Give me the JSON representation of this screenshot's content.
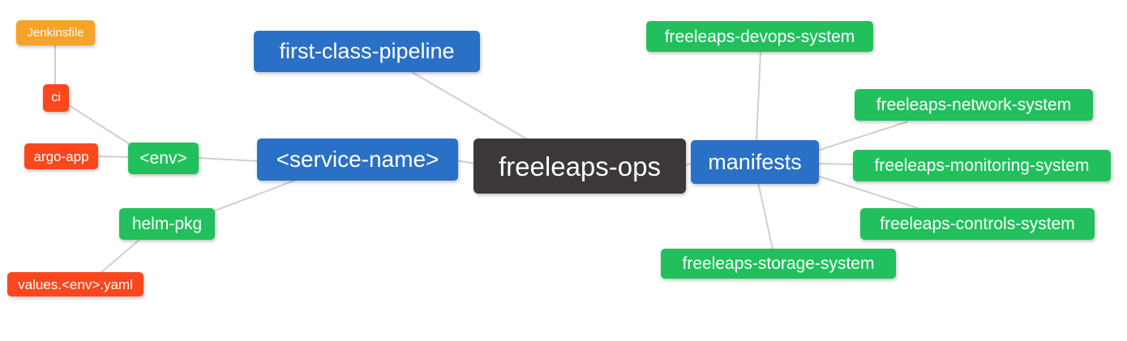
{
  "palette": {
    "blue": "#2A70C6",
    "green": "#21C05C",
    "red": "#FA471D",
    "orange": "#F7A228",
    "dark": "#3B3837",
    "edge_color": "#CFCFCF",
    "text_color": "#FFFFFF",
    "canvas_bg": "#FFFFFF"
  },
  "diagram_type": "mindmap",
  "root_label": "freeleaps-ops",
  "nodes": [
    {
      "id": "jenkinsfile",
      "label": "Jenkinsfile",
      "color": "orange",
      "parent": "ci"
    },
    {
      "id": "ci",
      "label": "ci",
      "color": "red",
      "parent": "env"
    },
    {
      "id": "argo-app",
      "label": "argo-app",
      "color": "red",
      "parent": "env"
    },
    {
      "id": "env",
      "label": "<env>",
      "color": "green",
      "parent": "service-name"
    },
    {
      "id": "first-class-pipeline",
      "label": "first-class-pipeline",
      "color": "blue",
      "parent": "freeleaps-ops"
    },
    {
      "id": "service-name",
      "label": "<service-name>",
      "color": "blue",
      "parent": "freeleaps-ops"
    },
    {
      "id": "freeleaps-ops",
      "label": "freeleaps-ops",
      "color": "dark",
      "parent": null
    },
    {
      "id": "manifests",
      "label": "manifests",
      "color": "blue",
      "parent": "freeleaps-ops"
    },
    {
      "id": "helm-pkg",
      "label": "helm-pkg",
      "color": "green",
      "parent": "service-name"
    },
    {
      "id": "values-env-yaml",
      "label": "values.<env>.yaml",
      "color": "red",
      "parent": "helm-pkg"
    },
    {
      "id": "freeleaps-devops-system",
      "label": "freeleaps-devops-system",
      "color": "green",
      "parent": "manifests"
    },
    {
      "id": "freeleaps-network-system",
      "label": "freeleaps-network-system",
      "color": "green",
      "parent": "manifests"
    },
    {
      "id": "freeleaps-monitoring-system",
      "label": "freeleaps-monitoring-system",
      "color": "green",
      "parent": "manifests"
    },
    {
      "id": "freeleaps-controls-system",
      "label": "freeleaps-controls-system",
      "color": "green",
      "parent": "manifests"
    },
    {
      "id": "freeleaps-storage-system",
      "label": "freeleaps-storage-system",
      "color": "green",
      "parent": "manifests"
    }
  ],
  "edges": [
    [
      "Jenkinsfile",
      "ci"
    ],
    [
      "ci",
      "<env>"
    ],
    [
      "argo-app",
      "<env>"
    ],
    [
      "<env>",
      "<service-name>"
    ],
    [
      "helm-pkg",
      "<service-name>"
    ],
    [
      "values.<env>.yaml",
      "helm-pkg"
    ],
    [
      "first-class-pipeline",
      "freeleaps-ops"
    ],
    [
      "<service-name>",
      "freeleaps-ops"
    ],
    [
      "freeleaps-ops",
      "manifests"
    ],
    [
      "manifests",
      "freeleaps-devops-system"
    ],
    [
      "manifests",
      "freeleaps-network-system"
    ],
    [
      "manifests",
      "freeleaps-monitoring-system"
    ],
    [
      "manifests",
      "freeleaps-controls-system"
    ],
    [
      "manifests",
      "freeleaps-storage-system"
    ]
  ]
}
